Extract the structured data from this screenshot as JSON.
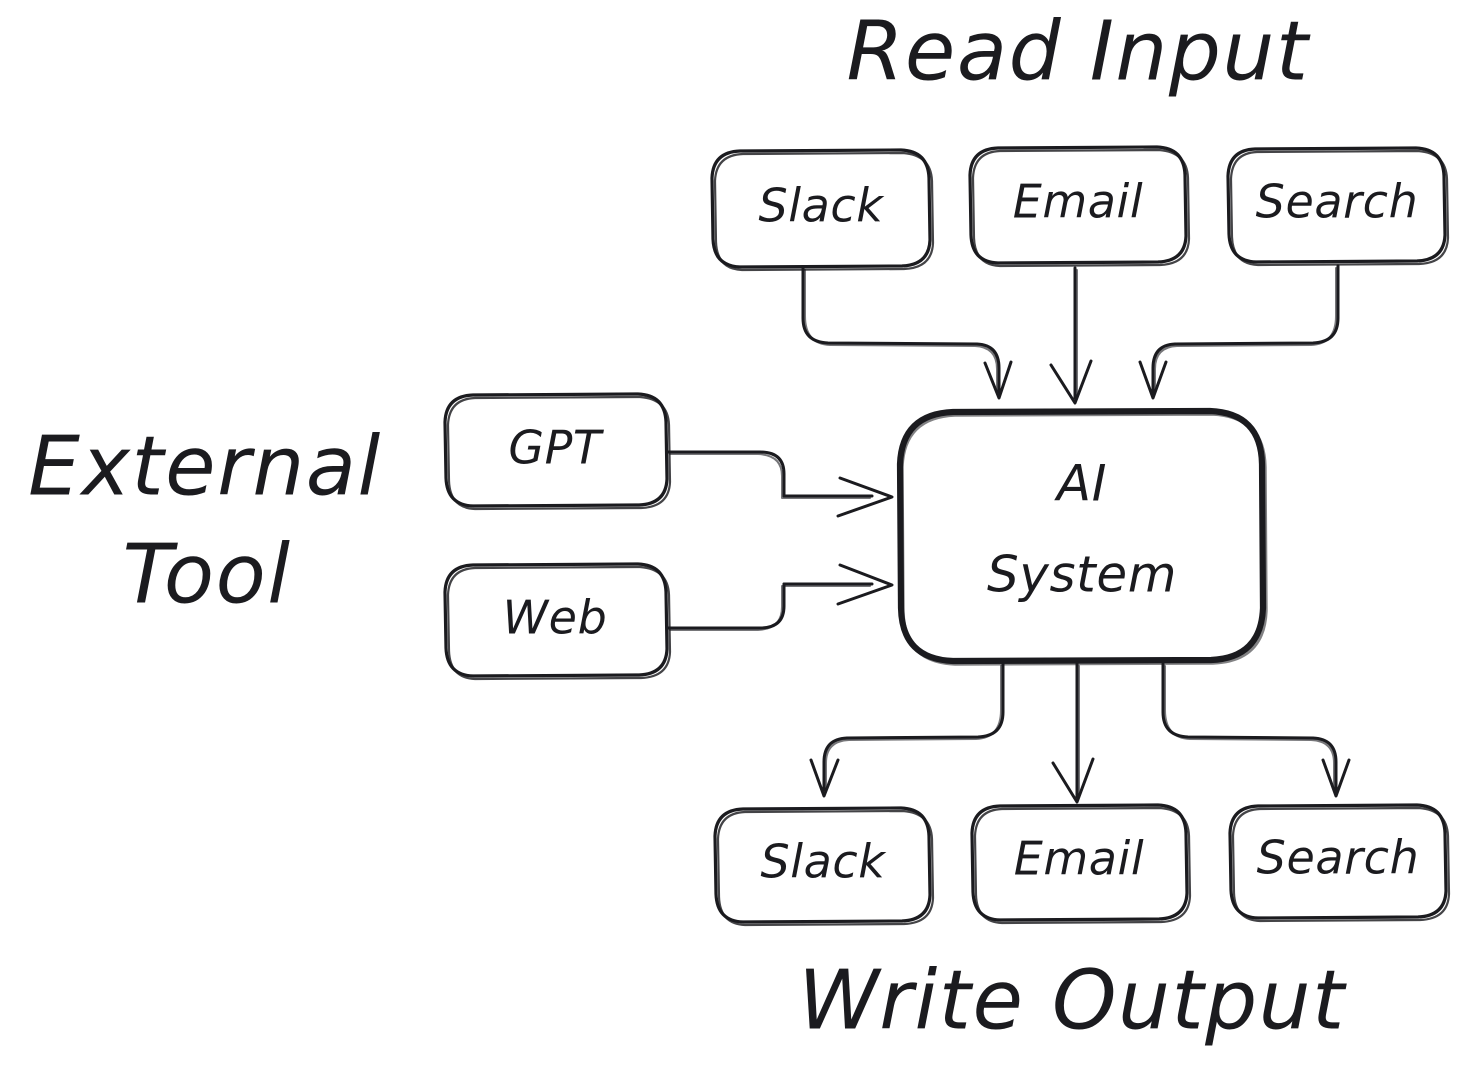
{
  "diagram": {
    "title_read_input": "Read Input",
    "title_write_output": "Write Output",
    "title_external_tool_line1": "External",
    "title_external_tool_line2": "Tool",
    "stroke_color": "#1b1b1f",
    "background_color": "#ffffff",
    "center_node": {
      "label_line1": "AI",
      "label_line2": "System"
    },
    "input_nodes": [
      {
        "label": "Slack"
      },
      {
        "label": "Email"
      },
      {
        "label": "Search"
      }
    ],
    "tool_nodes": [
      {
        "label": "GPT"
      },
      {
        "label": "Web"
      }
    ],
    "output_nodes": [
      {
        "label": "Slack"
      },
      {
        "label": "Email"
      },
      {
        "label": "Search"
      }
    ]
  }
}
